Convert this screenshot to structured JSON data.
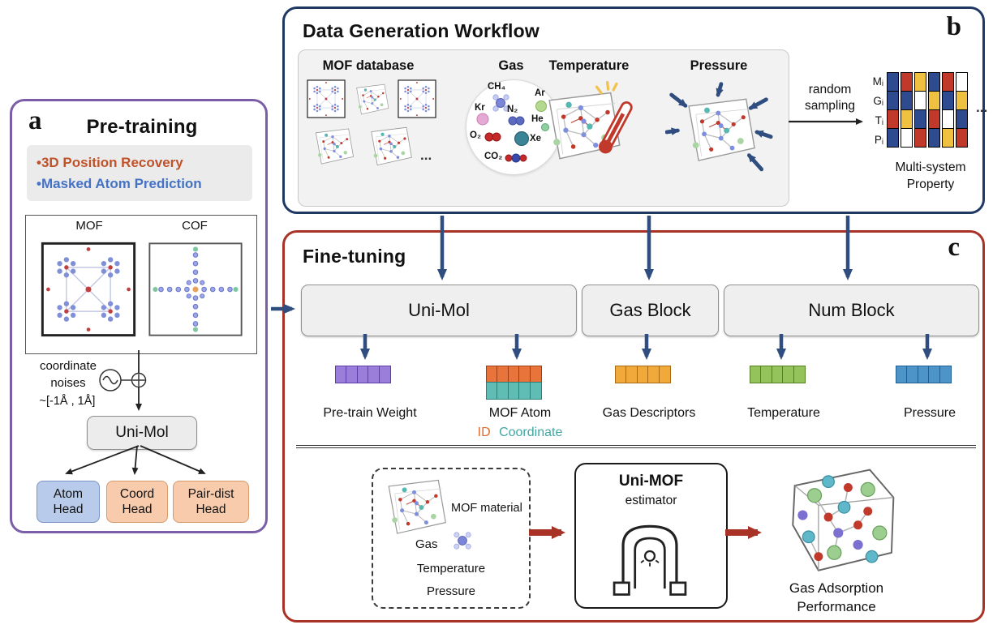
{
  "colors": {
    "panel_a_border": "#7B5EA7",
    "panel_b_border": "#1F3864",
    "panel_c_border": "#A93226",
    "arrow_navy": "#2F4D7E",
    "arrow_red": "#A93226"
  },
  "panel_a": {
    "label": "a",
    "title": "Pre-training",
    "bullets": [
      {
        "text": "•3D Position Recovery",
        "color": "#C0522A"
      },
      {
        "text": "•Masked Atom Prediction",
        "color": "#4472C4"
      }
    ],
    "mof_label": "MOF",
    "cof_label": "COF",
    "noise_label": "coordinate\nnoises",
    "noise_range": "~[-1Å , 1Å]",
    "unimol_label": "Uni-Mol",
    "heads": [
      {
        "label": "Atom\nHead"
      },
      {
        "label": "Coord\nHead"
      },
      {
        "label": "Pair-dist\nHead"
      }
    ]
  },
  "panel_b": {
    "label": "b",
    "title": "Data Generation Workflow",
    "columns": {
      "mof_db": "MOF database",
      "gas": "Gas",
      "temperature": "Temperature",
      "pressure": "Pressure"
    },
    "mof_db_ellipsis": "...",
    "gases": [
      {
        "label": "CH₄"
      },
      {
        "label": "Kr"
      },
      {
        "label": "N₂"
      },
      {
        "label": "Ar"
      },
      {
        "label": "He"
      },
      {
        "label": "O₂"
      },
      {
        "label": "Xe"
      },
      {
        "label": "CO₂"
      }
    ],
    "random_sampling": "random\nsampling",
    "property": {
      "row_labels": [
        "Mᵢ",
        "Gᵢ",
        "Tᵢ",
        "Pᵢ"
      ],
      "ellipsis": "...",
      "caption": "Multi-system\nProperty",
      "columns": [
        [
          "#2E4B8F",
          "#2E4B8F",
          "#C0392B",
          "#2E4B8F"
        ],
        [
          "#C0392B",
          "#2E4B8F",
          "#F0C040",
          "#FFFFFF"
        ],
        [
          "#F0C040",
          "#FFFFFF",
          "#2E4B8F",
          "#C0392B"
        ],
        [
          "#2E4B8F",
          "#F0C040",
          "#C0392B",
          "#2E4B8F"
        ],
        [
          "#C0392B",
          "#2E4B8F",
          "#FFFFFF",
          "#F0C040"
        ],
        [
          "#FFFFFF",
          "#F0C040",
          "#2E4B8F",
          "#C0392B"
        ]
      ]
    }
  },
  "panel_c": {
    "label": "c",
    "title": "Fine-tuning",
    "blocks": {
      "unimol": "Uni-Mol",
      "gas": "Gas Block",
      "num": "Num Block"
    },
    "strips": {
      "pretrain": {
        "label": "Pre-train Weight",
        "cells": 5,
        "fill": "#9B7ED9",
        "border": "#5F3DA8"
      },
      "mof_id": {
        "cells": 5,
        "fill": "#E8743B",
        "border": "#9C3D12"
      },
      "mof_coord": {
        "cells": 5,
        "fill": "#5FBDB5",
        "border": "#2E7F78"
      },
      "gas": {
        "label": "Gas Descriptors",
        "cells": 5,
        "fill": "#F2A93B",
        "border": "#A86A10"
      },
      "temperature": {
        "label": "Temperature",
        "cells": 5,
        "fill": "#94C35C",
        "border": "#567F24"
      },
      "pressure": {
        "label": "Pressure",
        "cells": 5,
        "fill": "#4D94C9",
        "border": "#1F5E8E"
      }
    },
    "mof_atom_label": "MOF Atom",
    "id_label": "ID",
    "coord_label": "Coordinate",
    "bottom": {
      "mof_material": "MOF material",
      "gas": "Gas",
      "temperature": "Temperature",
      "pressure": "Pressure",
      "unimof": "Uni-MOF",
      "estimator": "estimator",
      "result": "Gas Adsorption\nPerformance"
    }
  }
}
